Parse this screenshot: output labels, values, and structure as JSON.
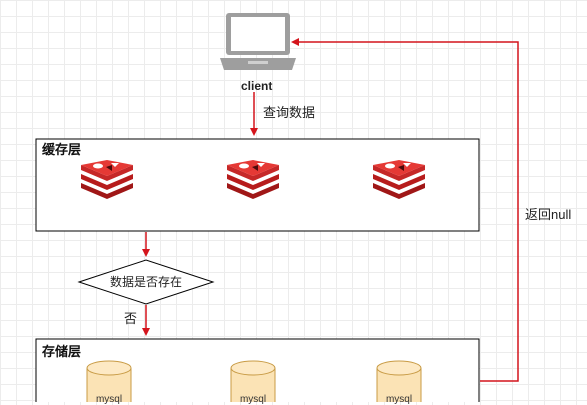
{
  "client": {
    "label": "client",
    "icon": "laptop-icon"
  },
  "edges": {
    "query_label": "查询数据",
    "return_label": "返回null",
    "no_label": "否"
  },
  "cache_layer": {
    "title": "缓存层",
    "node_count": 3,
    "icon": "redis-icon"
  },
  "decision": {
    "label": "数据是否存在"
  },
  "storage_layer": {
    "title": "存储层",
    "db_label": "mysql",
    "icon": "database-icon"
  },
  "colors": {
    "arrow": "#d4141c",
    "redis": "#c62828",
    "db_fill": "#fbe3b5",
    "db_stroke": "#c89b45"
  }
}
